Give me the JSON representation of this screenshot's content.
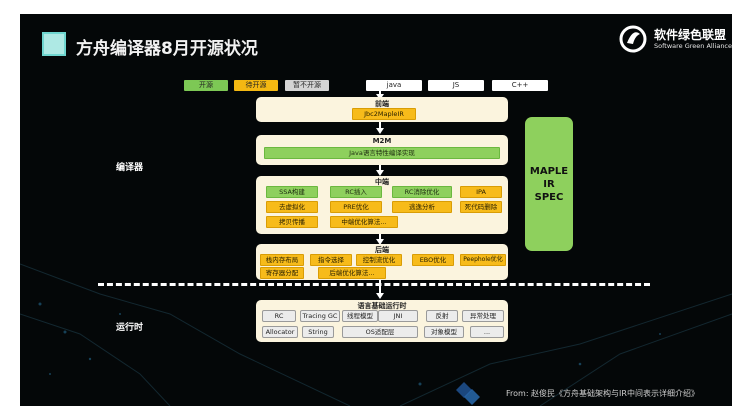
{
  "header": {
    "title": "方舟编译器8月开源状况",
    "brand_cn": "软件绿色联盟",
    "brand_en": "Software Green Alliance"
  },
  "legend": [
    "开源",
    "待开源",
    "暂不开源"
  ],
  "languages": [
    "java",
    "JS",
    "C++"
  ],
  "section_labels": {
    "compiler": "编译器",
    "runtime": "运行时"
  },
  "frontend": {
    "title": "前端",
    "items": [
      "Jbc2MapleIR"
    ]
  },
  "m2m": {
    "title": "M2M",
    "items": [
      "Java语言特性编译实现"
    ]
  },
  "middle": {
    "title": "中端",
    "row1": [
      "SSA构建",
      "RC插入",
      "RC消除优化",
      "IPA"
    ],
    "row2": [
      "去虚拟化",
      "PRE优化",
      "逃逸分析",
      "死代码删除"
    ],
    "row3": [
      "拷贝传播",
      "中端优化算法..."
    ]
  },
  "backend": {
    "title": "后端",
    "row1": [
      "栈内存布局",
      "指令选择",
      "控制流优化",
      "EBO优化",
      "Peephole优化"
    ],
    "row2": [
      "寄存器分配",
      "后端优化算法..."
    ]
  },
  "maple_ir_spec": "MAPLE IR SPEC",
  "runtime": {
    "title": "语言基础运行时",
    "row1": [
      "RC",
      "Tracing GC",
      "线程模型",
      "JNI",
      "反射",
      "异常处理"
    ],
    "row2": [
      "Allocator",
      "String",
      "OS适配层",
      "对象模型",
      "..."
    ]
  },
  "source": "From: 赵俊民《方舟基础架构与IR中间表示详细介绍》",
  "colors": {
    "open": "#8ed05d",
    "pending": "#f7bb1a",
    "closed": "#d5d5d5",
    "panel": "#fbf4de",
    "background": "#040708"
  }
}
